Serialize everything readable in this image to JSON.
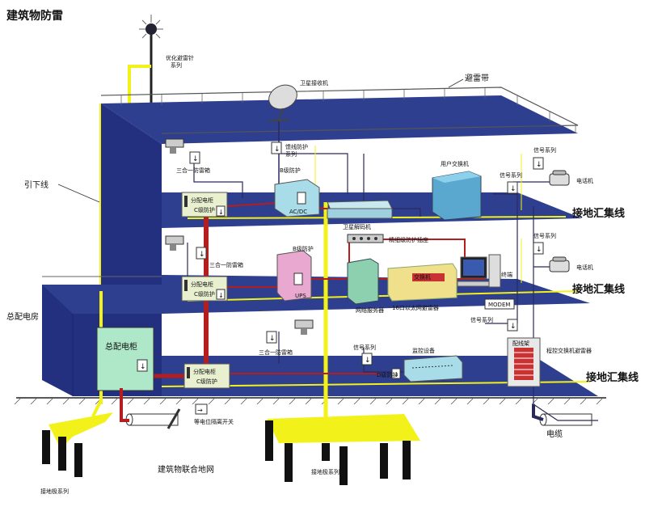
{
  "title": "建筑物防雷",
  "labels": {
    "lightning_rod": "优化避雷针",
    "lightning_rod_2": "系列",
    "satellite_receiver": "卫星接收机",
    "lightning_belt": "避雷带",
    "down_conductor": "引下线",
    "main_distribution_room": "总配电房",
    "catv_protection": "馈线防护",
    "catv_protection_2": "系列",
    "user_switch": "用户交换机",
    "signal_series_1": "信号系列",
    "signal_series_2": "信号系列",
    "signal_series_3": "信号系列",
    "signal_series_4": "信号系列",
    "signal_series_5": "信号系列",
    "phone_1": "电话机",
    "phone_2": "电话机",
    "three_in_one_1": "三合一防雷箱",
    "three_in_one_2": "三合一防雷箱",
    "three_in_one_3": "三合一防雷箱",
    "b_level_1": "B级防护",
    "b_level_2": "B级防护",
    "c_level_1": "C级防护",
    "c_level_2": "C级防护",
    "c_level_3": "C级防护",
    "d_level": "D级防护",
    "sub_cabinet_1": "分配电柜",
    "sub_cabinet_2": "分配电柜",
    "sub_cabinet_3": "分配电柜",
    "acdc": "AC/DC",
    "satellite_decoder": "卫星解码机",
    "ground_bus_1": "接地汇集线",
    "ground_bus_2": "接地汇集线",
    "ground_bus_3": "接地汇集线",
    "precision_socket": "精细级防护插座",
    "ups": "UPS",
    "switch": "交换机",
    "terminal": "终端",
    "network_server": "网络服务器",
    "ethernet_arrester": "16口以太网避雷器",
    "modem": "MODEM",
    "monitor_equipment": "监控设备",
    "distribution_frame": "配线架",
    "pbx_arrester": "程控交换机避雷器",
    "main_cabinet": "总配电柜",
    "equipotential": "等电位隔离开关",
    "cable": "电缆",
    "combined_grounding": "建筑物联合地网",
    "grounding_rod_1": "接地极系列",
    "grounding_rod_2": "接地极系列"
  },
  "colors": {
    "floor": "#2f3f8f",
    "wall": "#233080",
    "yellow": "#f2f21a",
    "red": "#b41e1e",
    "cable": "#2a2a5a"
  }
}
